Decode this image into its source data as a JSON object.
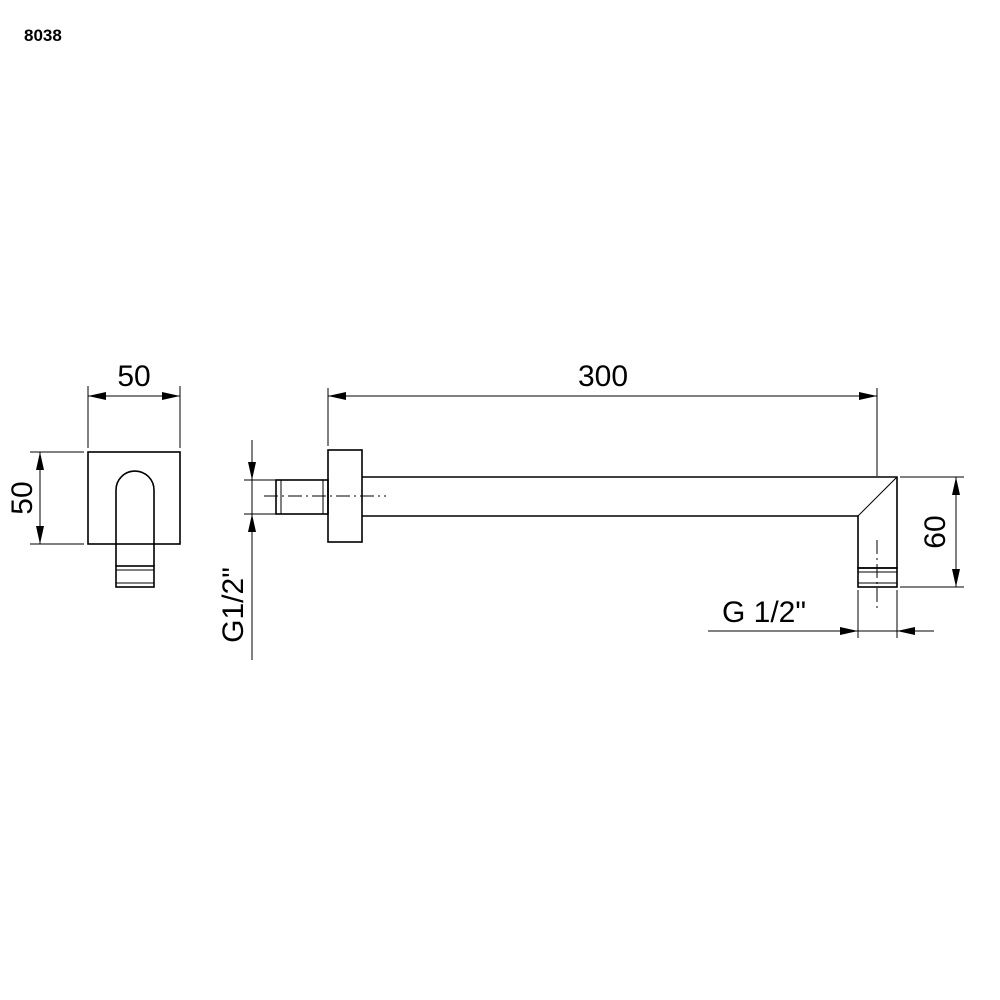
{
  "product_code": "8038",
  "dimensions": {
    "front_width": "50",
    "front_height": "50",
    "arm_length": "300",
    "drop_height": "60",
    "inlet_thread": "G1/2\"",
    "outlet_thread": "G 1/2\""
  }
}
